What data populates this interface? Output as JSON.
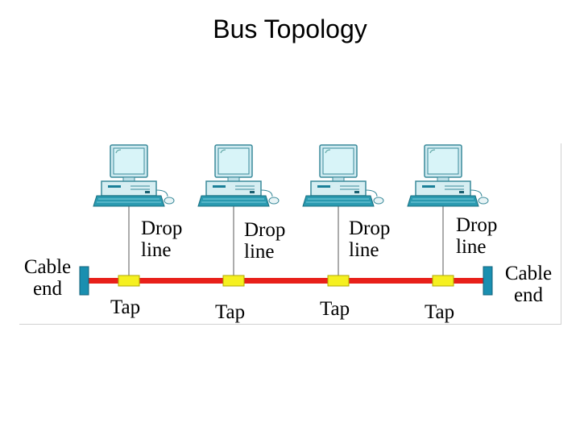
{
  "title": "Bus Topology",
  "diagram": {
    "drop_line_labels": [
      [
        "Drop",
        "line"
      ],
      [
        "Drop",
        "line"
      ],
      [
        "Drop",
        "line"
      ],
      [
        "Drop",
        "line"
      ]
    ],
    "tap_labels": [
      "Tap",
      "Tap",
      "Tap",
      "Tap"
    ],
    "cable_end_left": [
      "Cable",
      "end"
    ],
    "cable_end_right": [
      "Cable",
      "end"
    ],
    "colors": {
      "bus": "#e8201a",
      "tap": "#f5f020",
      "terminator": "#1a8fb0",
      "computer_body": "#d6eef2",
      "computer_edge": "#3a8a9a",
      "screen": "#d8f4f8",
      "keyboard": "#2a9ab0"
    }
  }
}
